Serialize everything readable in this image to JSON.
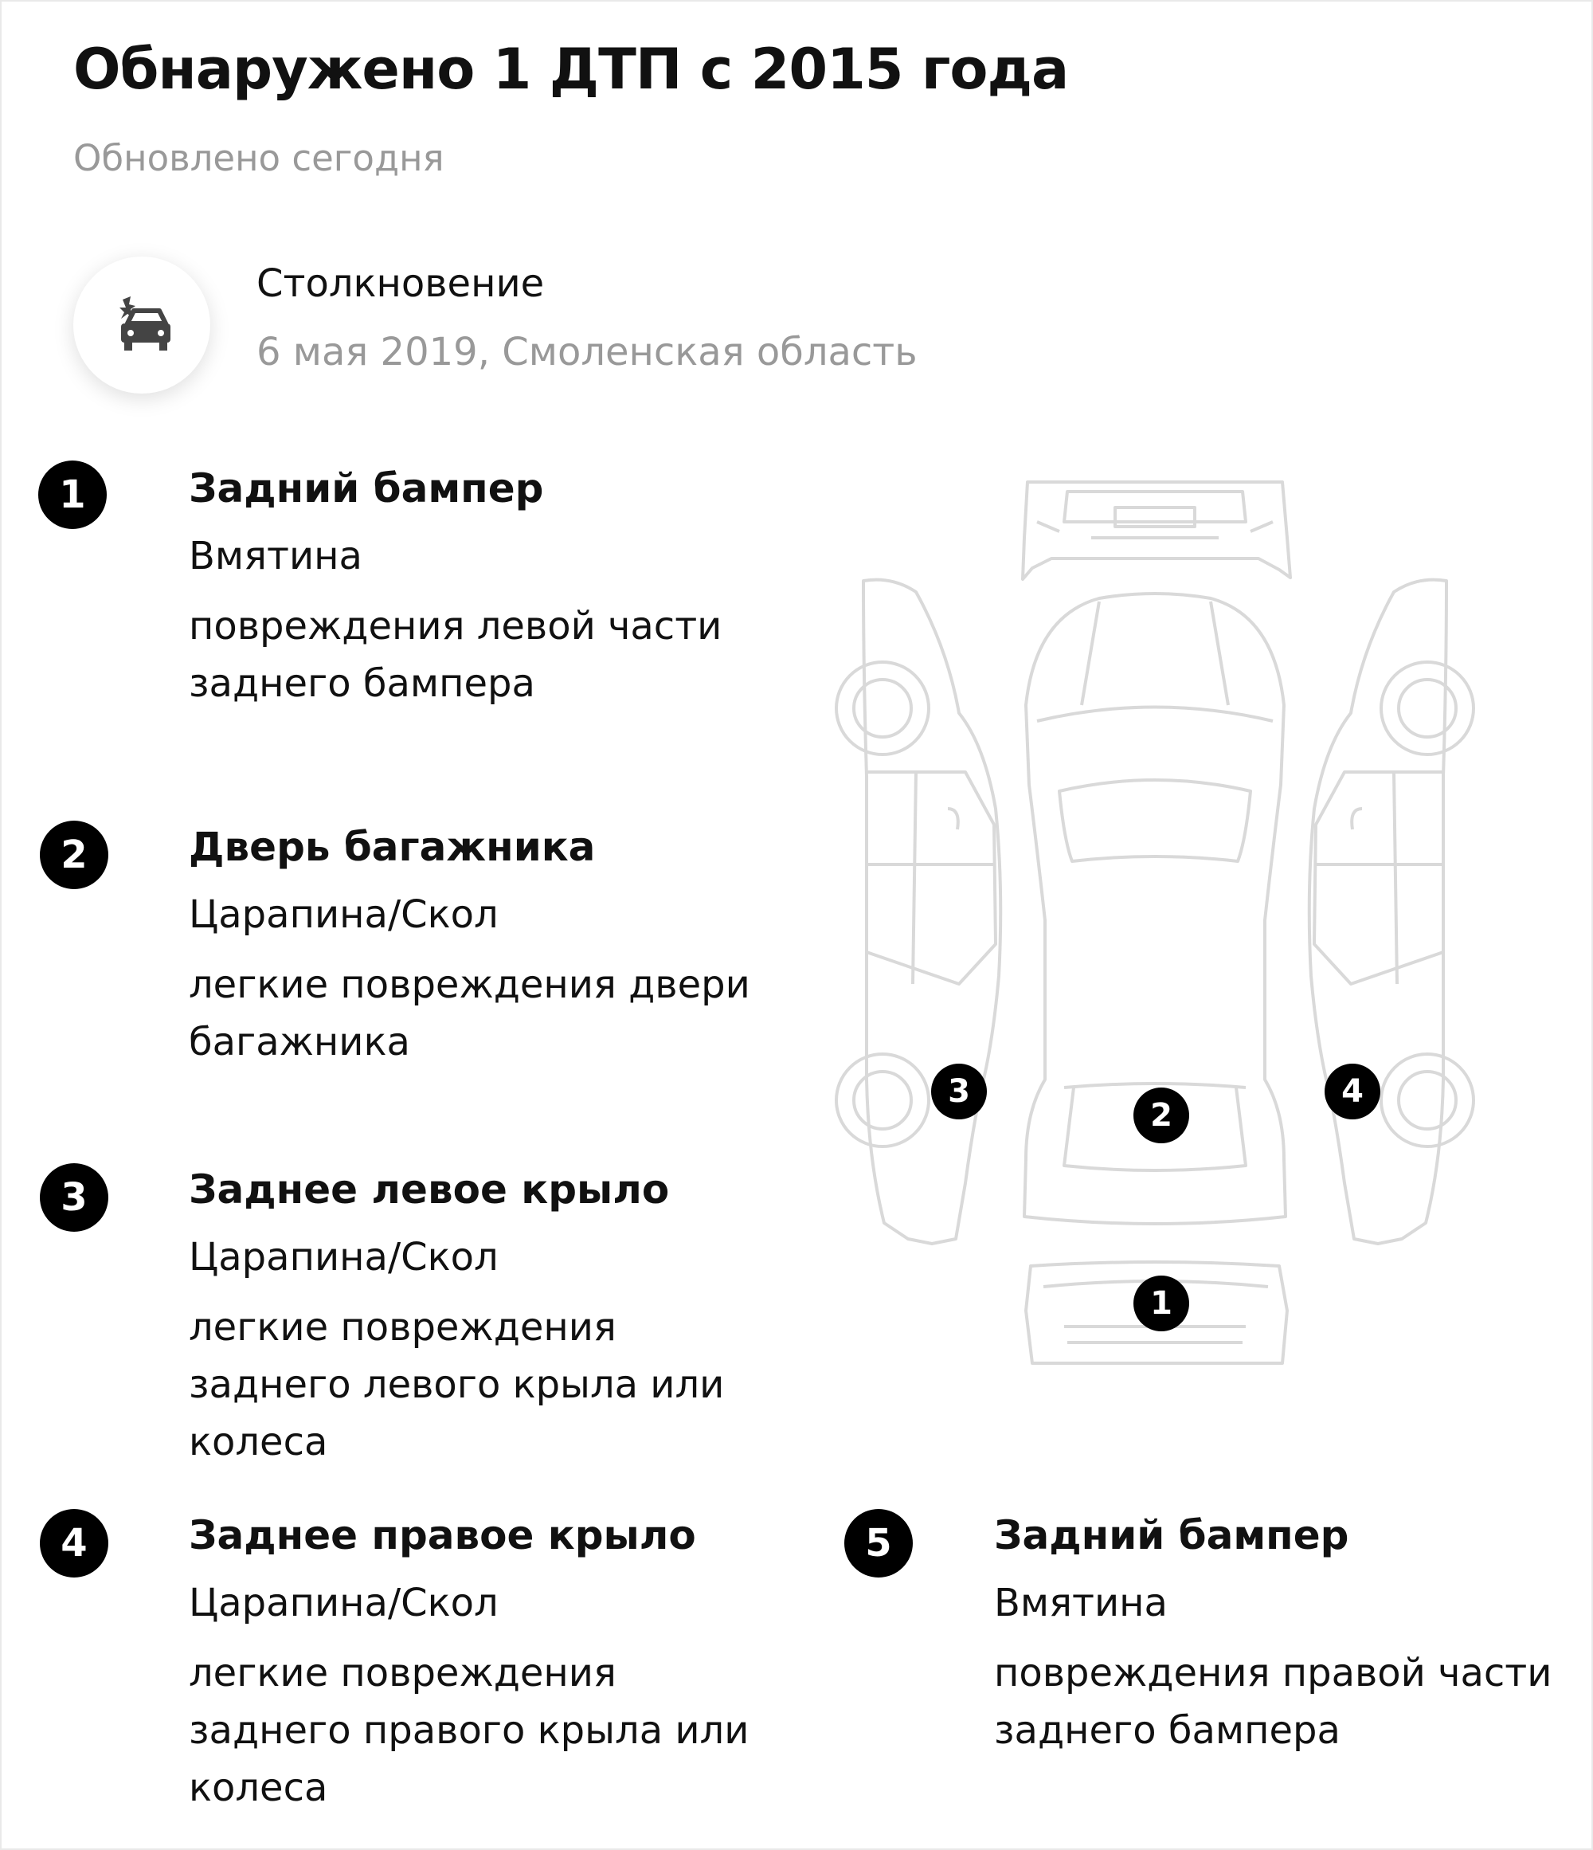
{
  "header": {
    "title": "Обнаружено 1 ДТП с 2015 года",
    "updated": "Обновлено сегодня"
  },
  "event": {
    "icon": "car-collision-icon",
    "type": "Столкновение",
    "date_location": "6 мая 2019, Смоленская область"
  },
  "damages": [
    {
      "number": "1",
      "part": "Задний бампер",
      "type": "Вмятина",
      "description": "повреждения левой части заднего бампера"
    },
    {
      "number": "2",
      "part": "Дверь багажника",
      "type": "Царапина/Скол",
      "description": "легкие повреждения двери багажника"
    },
    {
      "number": "3",
      "part": "Заднее левое крыло",
      "type": "Царапина/Скол",
      "description": "легкие повреждения заднего левого крыла или колеса"
    },
    {
      "number": "4",
      "part": "Заднее правое крыло",
      "type": "Царапина/Скол",
      "description": "легкие повреждения заднего правого крыла или колеса"
    },
    {
      "number": "5",
      "part": "Задний бампер",
      "type": "Вмятина",
      "description": "повреждения правой части заднего бампера"
    }
  ],
  "diagram": {
    "markers": [
      "1",
      "2",
      "3",
      "4"
    ]
  }
}
